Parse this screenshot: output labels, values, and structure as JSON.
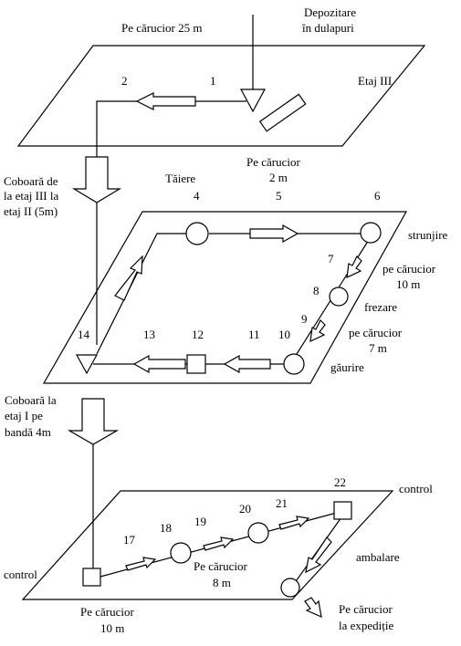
{
  "labels": {
    "top_transport": "Pe cărucior 25 m",
    "storage_1": "Depozitare",
    "storage_2": "în dulapuri",
    "floor_3": "Etaj III",
    "n1": "1",
    "n2": "2",
    "descend_3_2_l1": "Coboară de",
    "descend_3_2_l2": "la etaj III la",
    "descend_3_2_l3": "etaj II (5m)",
    "cutting": "Tăiere",
    "cart2_l1": "Pe cărucior",
    "cart2_l2": "2 m",
    "n4": "4",
    "n5": "5",
    "n6": "6",
    "turning": "strunjire",
    "n7": "7",
    "cart10_l1": "pe cărucior",
    "cart10_l2": "10 m",
    "n8": "8",
    "milling": "frezare",
    "n9": "9",
    "cart7_l1": "pe cărucior",
    "cart7_l2": "7 m",
    "n10": "10",
    "n11": "11",
    "n12": "12",
    "n13": "13",
    "n14": "14",
    "drilling": "găurire",
    "descend_2_1_l1": "Coboară la",
    "descend_2_1_l2": "etaj I pe",
    "descend_2_1_l3": "bandă 4m",
    "n22": "22",
    "control_top": "control",
    "n17": "17",
    "n18": "18",
    "n19": "19",
    "n20": "20",
    "n21": "21",
    "cart8_l1": "Pe cărucior",
    "cart8_l2": "8 m",
    "packing": "ambalare",
    "control_left": "control",
    "cart10b_l1": "Pe cărucior",
    "cart10b_l2": "10 m",
    "expedition_l1": "Pe cărucior",
    "expedition_l2": "la expediție"
  }
}
